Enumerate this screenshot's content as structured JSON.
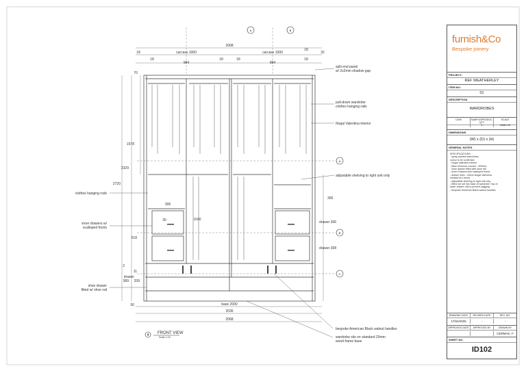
{
  "drawing": {
    "dims": {
      "overall_top": "2068",
      "carcass_left": "carcass 1000",
      "carcass_right": "carcass 1000",
      "d18a": "18",
      "d18b": "18",
      "d18c": "18",
      "d18d": "18",
      "d18e": "18",
      "d18f": "18",
      "d32": "32",
      "d964_left": "964",
      "d964_right": "964",
      "d70": "70",
      "d1578": "1578",
      "d2329": "2329",
      "d2720": "2720",
      "d306_top": "306",
      "d30": "30",
      "d1040": "1040",
      "d618": "618",
      "d11": "11",
      "d2": "2",
      "d389": "389",
      "d339": "339",
      "d50": "50",
      "d300": "300",
      "base": "base 2000",
      "d2036": "2036",
      "overall_bottom": "2068",
      "drawer306": "drawer\n306",
      "drawer308": "drawer\n308",
      "drawer_left": "drawer"
    },
    "notes": {
      "split_end": "split end panel",
      "split_end2": "w/ 2x2mm shadow gap",
      "pulldown": "pull-down wardrobe",
      "pulldown2": "clothes hanging rails",
      "nogal": "Nogal Valentina interior",
      "adjustable": "adjustable shelving to right unit only",
      "clothes_rods": "clothes hanging rods",
      "inner_drawers": "inner drawers w/",
      "inner_drawers2": "scalloped fronts",
      "shoe_drawer": "shoe drawer",
      "shoe_drawer2": "fitted w/ shoe rail",
      "handles": "bespoke American Black walnut handles",
      "base_note": "wardrobe sits on standard 20mm",
      "base_note2": "wood frame base"
    },
    "view_title": "FRONT VIEW",
    "view_scale": "Scale 1:15",
    "view_number": "4",
    "markers": {
      "a": "A",
      "b": "B",
      "c": "C"
    }
  },
  "title_block": {
    "brand": "furnish&Co",
    "tagline": "Bespoke joinery",
    "project_label": "PROJECT:",
    "project_value": "REF WEATHERLEY",
    "item_label": "ITEM NO:",
    "item_value": "01",
    "desc_label": "DESCRIPTION",
    "desc_value": "WARDROBES",
    "col_uom": "UOM",
    "col_sample": "SAMPLE/PRODUC. QTY",
    "col_scale": "SCALE",
    "val_qty": "1",
    "val_scale": "A3@1:15",
    "dims_label": "DIMENSIONS",
    "dims_value": "(W) x (D) x (H)",
    "notes_label": "GENERAL NOTES",
    "spec_title": "SPECIFICATIONS:",
    "specs": [
      "- spray painted wardrobes,",
      "  colour to be confirmed",
      "- Nogal Valentina interior",
      "- Blum Movento runners - 500mm",
      "- shoe drawer fitted with shoe rail",
      "- inner Drawers with scalloped fronts",
      "- drawer lines - 18mm Nogal Valentina",
      "  rebated for Lemos",
      "- adjustable shelving to right unit only",
      "- fitted rod set into base of wardrobe / top of",
      "  lower drawer unit to prevent sagging",
      "- bespoke American Black walnut handles"
    ],
    "drawing_date_label": "DRAWING DATE",
    "revised_label": "REVISED DATE",
    "rev_label": "REV. NO.",
    "drawing_date": "17/04/2025",
    "revised_date": "-",
    "rev_no": "-",
    "approved_date_label": "APPROVED DATE",
    "approved_by_label": "APPROVED BY",
    "drawn_by_label": "DRAWN BY",
    "drawn_by": "CERMAK, F",
    "sheet_label": "SHEET NO.",
    "sheet_no": "ID102"
  }
}
